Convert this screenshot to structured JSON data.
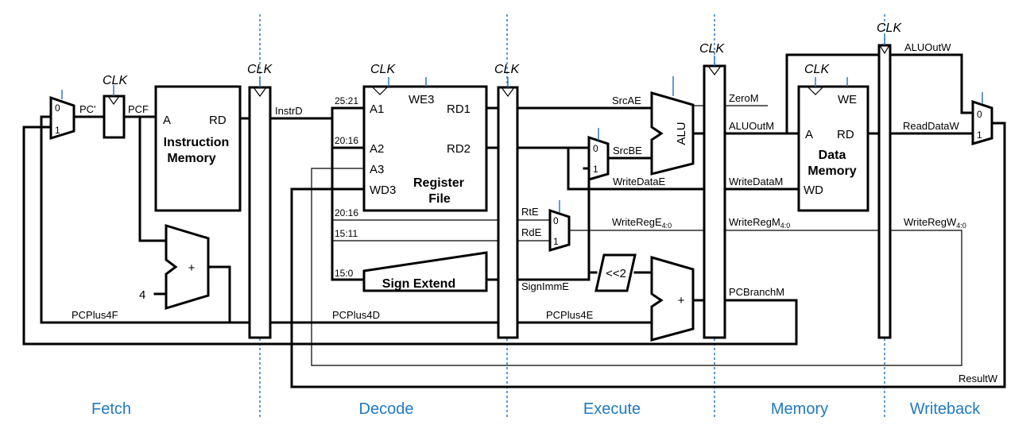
{
  "clk": "CLK",
  "stages": {
    "fetch": "Fetch",
    "decode": "Decode",
    "execute": "Execute",
    "memory": "Memory",
    "writeback": "Writeback"
  },
  "blocks": {
    "imem": {
      "a": "A",
      "rd": "RD",
      "title1": "Instruction",
      "title2": "Memory"
    },
    "regfile": {
      "a1": "A1",
      "a2": "A2",
      "a3": "A3",
      "wd3": "WD3",
      "we3": "WE3",
      "rd1": "RD1",
      "rd2": "RD2",
      "title1": "Register",
      "title2": "File"
    },
    "signext": "Sign Extend",
    "shift": "<<2",
    "alu": "ALU",
    "dmem": {
      "a": "A",
      "rd": "RD",
      "we": "WE",
      "wd": "WD",
      "title1": "Data",
      "title2": "Memory"
    },
    "adder_sign": "+",
    "const4": "4"
  },
  "mux": {
    "zero": "0",
    "one": "1"
  },
  "bitfields": {
    "f25_21": "25:21",
    "f20_16": "20:16",
    "f20_16b": "20:16",
    "f15_11": "15:11",
    "f15_0": "15:0"
  },
  "signals": {
    "pc_prime": "PC'",
    "pcf": "PCF",
    "instrd": "InstrD",
    "pcplus4f": "PCPlus4F",
    "pcplus4d": "PCPlus4D",
    "pcplus4e": "PCPlus4E",
    "srcae": "SrcAE",
    "srcbe": "SrcBE",
    "writedatae": "WriteDataE",
    "rte": "RtE",
    "rde": "RdE",
    "writerege": "WriteRegE",
    "writerege_sub": "4:0",
    "signimme": "SignImmE",
    "zerom": "ZeroM",
    "aluoutm": "ALUOutM",
    "writedatam": "WriteDataM",
    "writeregm": "WriteRegM",
    "writeregm_sub": "4:0",
    "pcbranchm": "PCBranchM",
    "aluoutw": "ALUOutW",
    "readdataw": "ReadDataW",
    "writeregw": "WriteRegW",
    "writeregw_sub": "4:0",
    "resultw": "ResultW"
  }
}
